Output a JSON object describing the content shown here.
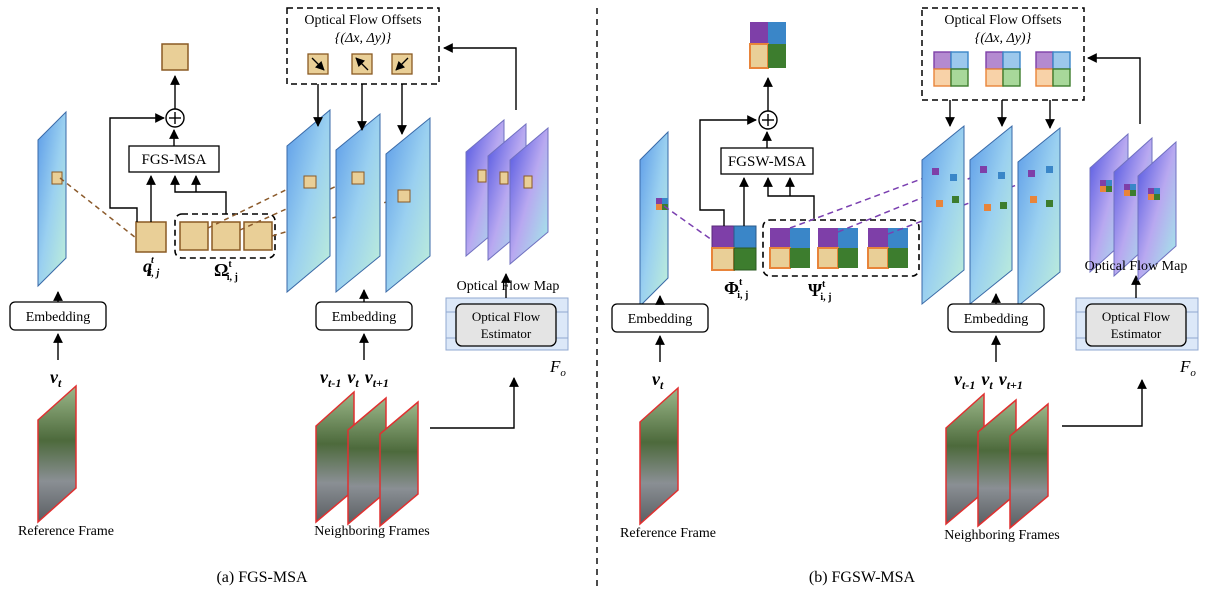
{
  "left_panel": {
    "caption": "(a) FGS-MSA",
    "module_label": "FGS-MSA",
    "embed_left_label": "Embedding",
    "embed_right_label": "Embedding",
    "offsets_title": "Optical Flow Offsets",
    "offsets_set": "{(Δx, Δy)}",
    "flow_map_label": "Optical Flow Map",
    "estimator_label_1": "Optical Flow",
    "estimator_label_2": "Estimator",
    "estimator_symbol": "F",
    "estimator_symbol_sub": "o",
    "query_symbol": "q",
    "query_sup": "t",
    "query_sub": "i, j",
    "keys_symbol": "Ω",
    "keys_sup": "t",
    "keys_sub": "i, j",
    "v_ref": "v",
    "v_ref_sub": "t",
    "v_prev": "v",
    "v_prev_sub": "t-1",
    "v_cur": "v",
    "v_cur_sub": "t",
    "v_next": "v",
    "v_next_sub": "t+1",
    "reference_label": "Reference Frame",
    "neighbor_label": "Neighboring Frames"
  },
  "right_panel": {
    "caption": "(b) FGSW-MSA",
    "module_label": "FGSW-MSA",
    "embed_left_label": "Embedding",
    "embed_right_label": "Embedding",
    "offsets_title": "Optical Flow Offsets",
    "offsets_set": "{(Δx, Δy)}",
    "flow_map_label": "Optical Flow Map",
    "estimator_label_1": "Optical Flow",
    "estimator_label_2": "Estimator",
    "estimator_symbol": "F",
    "estimator_symbol_sub": "o",
    "query_symbol": "Φ",
    "query_sup": "t",
    "query_sub": "i, j",
    "keys_symbol": "Ψ",
    "keys_sup": "t",
    "keys_sub": "i, j",
    "v_ref": "v",
    "v_ref_sub": "t",
    "v_prev": "v",
    "v_prev_sub": "t-1",
    "v_cur": "v",
    "v_cur_sub": "t",
    "v_next": "v",
    "v_next_sub": "t+1",
    "reference_label": "Reference Frame",
    "neighbor_label": "Neighboring Frames"
  },
  "colors": {
    "patch": "#e9cf97",
    "patch_border": "#8a5a24",
    "feature_a": "#6aa8ee",
    "feature_b": "#b8f0d8",
    "window_purple": "#7e3fa8",
    "window_blue": "#3a86c8",
    "window_orange": "#e8843a",
    "window_green": "#3d7d2e",
    "dashed_brown": "#8b5a2b",
    "dashed_purple": "#7a3fb0",
    "frame_border": "#e03030"
  }
}
